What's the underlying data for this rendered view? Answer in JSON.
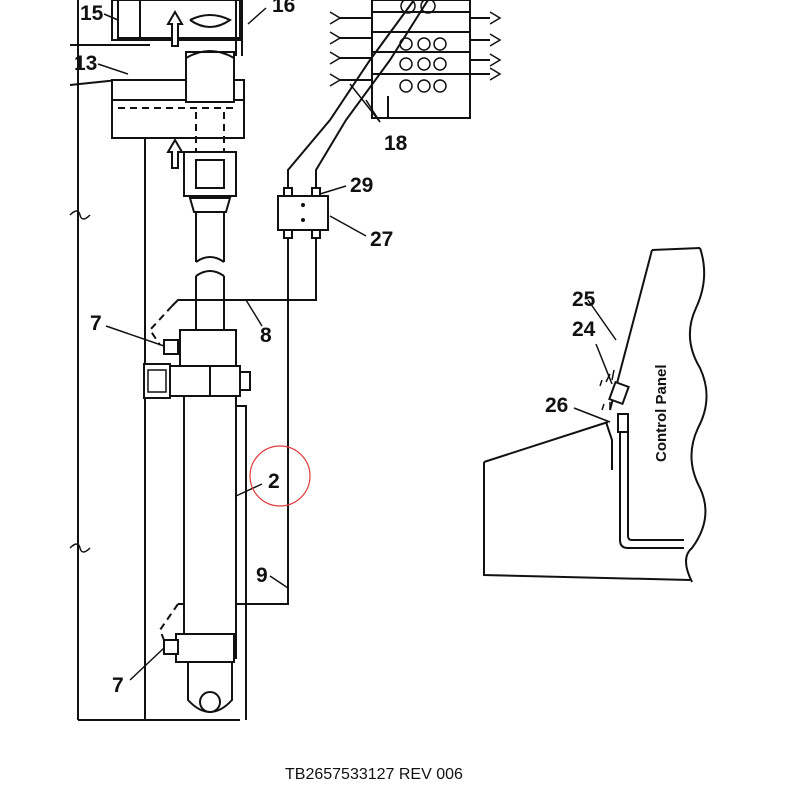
{
  "callouts": {
    "c15": "15",
    "c16": "16",
    "c13": "13",
    "c18": "18",
    "c29": "29",
    "c27": "27",
    "c7_top": "7",
    "c8": "8",
    "c2": "2",
    "c9": "9",
    "c7_bottom": "7",
    "c25": "25",
    "c24": "24",
    "c26": "26"
  },
  "panel_label": "Control Panel",
  "document_ref": "TB2657533127 REV 006",
  "colors": {
    "line": "#111111",
    "highlight_circle": "#e03a3a",
    "background": "#ffffff"
  },
  "icons": [
    "up-arrow-icon"
  ]
}
